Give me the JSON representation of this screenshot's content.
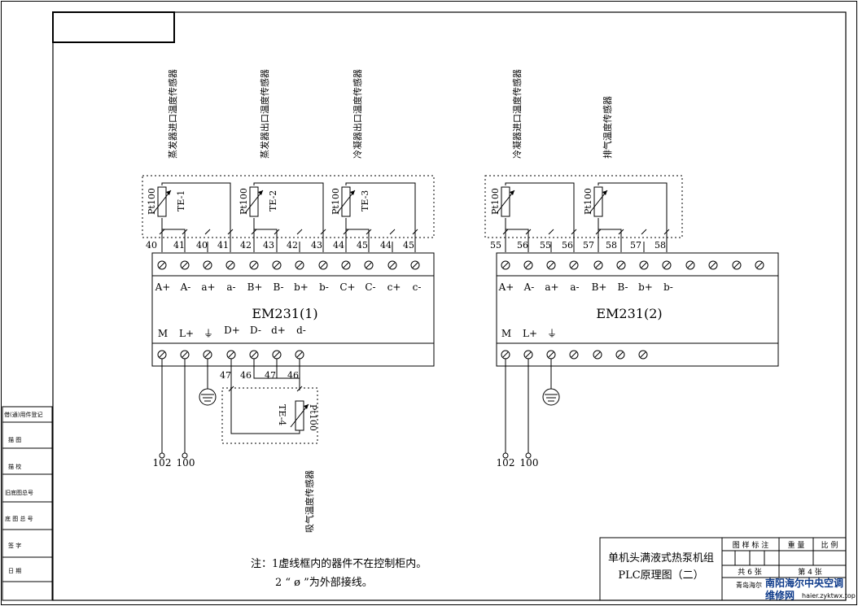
{
  "sensors": {
    "evap_in": "蒸发器进口温度传感器",
    "evap_out": "蒸发器出口温度传感器",
    "cond_out": "冷凝器出口温度传感器",
    "cond_in": "冷凝器进口温度传感器",
    "exhaust": "排气温度传感器",
    "suction": "吸气温度传感器"
  },
  "rtd_label": "Pt100",
  "tags": {
    "te1": "TE-1",
    "te2": "TE-2",
    "te3": "TE-3",
    "te4": "TE-4"
  },
  "module1": {
    "name": "EM231(1)",
    "top_wires": [
      "40",
      "41",
      "40",
      "41",
      "42",
      "43",
      "42",
      "43",
      "44",
      "45",
      "44",
      "45"
    ],
    "top_terms": [
      "A+",
      "A-",
      "a+",
      "a-",
      "B+",
      "B-",
      "b+",
      "b-",
      "C+",
      "C-",
      "c+",
      "c-"
    ],
    "bottom_terms": [
      "M",
      "L+",
      "⏚",
      "D+",
      "D-",
      "d+",
      "d-"
    ],
    "bottom_wires": [
      "47",
      "46",
      "47",
      "46"
    ],
    "out_wires": [
      "102",
      "100"
    ]
  },
  "module2": {
    "name": "EM231(2)",
    "top_wires": [
      "55",
      "56",
      "55",
      "56",
      "57",
      "58",
      "57",
      "58"
    ],
    "top_terms": [
      "A+",
      "A-",
      "a+",
      "a-",
      "B+",
      "B-",
      "b+",
      "b-"
    ],
    "bottom_terms": [
      "M",
      "L+",
      "⏚"
    ],
    "out_wires": [
      "102",
      "100"
    ]
  },
  "notes": {
    "line1": "注：1虚线框内的器件不在控制柜内。",
    "line2": "2 “ ø ”为外部接线。"
  },
  "title_block": {
    "title1": "单机头满液式热泵机组",
    "title2": "PLC原理图（二）",
    "headers": [
      "图 样 标 注",
      "重 量",
      "比 例"
    ],
    "sheets_total": "共 6 张",
    "sheet_no": "第 4 张",
    "company": "青岛海尔"
  },
  "side_labels": [
    "借(通)用件登记",
    "描 图",
    "描 校",
    "旧底图总号",
    "底 图 总 号",
    "签 字",
    "日 期"
  ],
  "watermark": {
    "line1": "南阳海尔中央空调",
    "line2": "维修网",
    "url": "haier.zyktwx.top"
  }
}
